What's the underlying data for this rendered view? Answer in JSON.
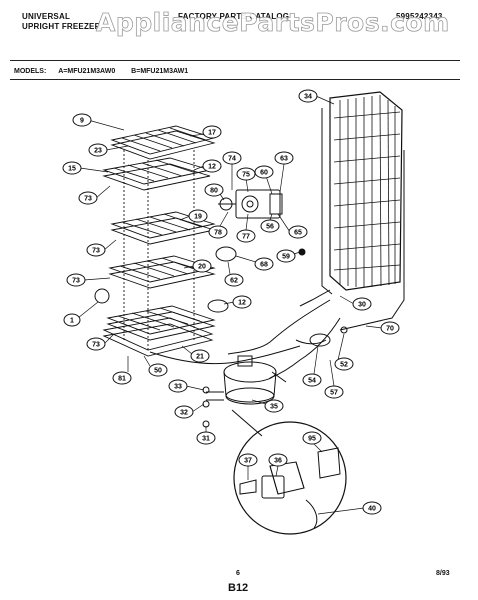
{
  "header": {
    "brand_line1": "UNIVERSAL",
    "brand_line2": "UPRIGHT FREEZER",
    "catalog_title": "FACTORY PARTS CATALOG",
    "part_number": "5995242343"
  },
  "watermark": "AppliancePartsPros.com",
  "models_label": "MODELS:",
  "model_a": "A=MFU21M3AW0",
  "model_b": "B=MFU21M3AW1",
  "callouts": [
    {
      "id": "c9",
      "label": "9"
    },
    {
      "id": "c23",
      "label": "23"
    },
    {
      "id": "c15",
      "label": "15"
    },
    {
      "id": "c73a",
      "label": "73"
    },
    {
      "id": "c73b",
      "label": "73"
    },
    {
      "id": "c73c",
      "label": "73"
    },
    {
      "id": "c73d",
      "label": "73"
    },
    {
      "id": "c1",
      "label": "1"
    },
    {
      "id": "c17",
      "label": "17"
    },
    {
      "id": "c12a",
      "label": "12"
    },
    {
      "id": "c19",
      "label": "19"
    },
    {
      "id": "c20",
      "label": "20"
    },
    {
      "id": "c12b",
      "label": "12"
    },
    {
      "id": "c21",
      "label": "21"
    },
    {
      "id": "c81",
      "label": "81"
    },
    {
      "id": "c50",
      "label": "50"
    },
    {
      "id": "c74",
      "label": "74"
    },
    {
      "id": "c75",
      "label": "75"
    },
    {
      "id": "c60",
      "label": "60"
    },
    {
      "id": "c63",
      "label": "63"
    },
    {
      "id": "c80",
      "label": "80"
    },
    {
      "id": "c78",
      "label": "78"
    },
    {
      "id": "c77",
      "label": "77"
    },
    {
      "id": "c56",
      "label": "56"
    },
    {
      "id": "c65",
      "label": "65"
    },
    {
      "id": "c68",
      "label": "68"
    },
    {
      "id": "c62",
      "label": "62"
    },
    {
      "id": "c59",
      "label": "59"
    },
    {
      "id": "c34",
      "label": "34"
    },
    {
      "id": "c30",
      "label": "30"
    },
    {
      "id": "c70",
      "label": "70"
    },
    {
      "id": "c52",
      "label": "52"
    },
    {
      "id": "c54",
      "label": "54"
    },
    {
      "id": "c57",
      "label": "57"
    },
    {
      "id": "c33",
      "label": "33"
    },
    {
      "id": "c32",
      "label": "32"
    },
    {
      "id": "c35",
      "label": "35"
    },
    {
      "id": "c31",
      "label": "31"
    },
    {
      "id": "c37",
      "label": "37"
    },
    {
      "id": "c36",
      "label": "36"
    },
    {
      "id": "c95",
      "label": "95"
    },
    {
      "id": "c40",
      "label": "40"
    }
  ],
  "footer": {
    "page_num": "6",
    "section": "B12",
    "date": "8/93"
  }
}
